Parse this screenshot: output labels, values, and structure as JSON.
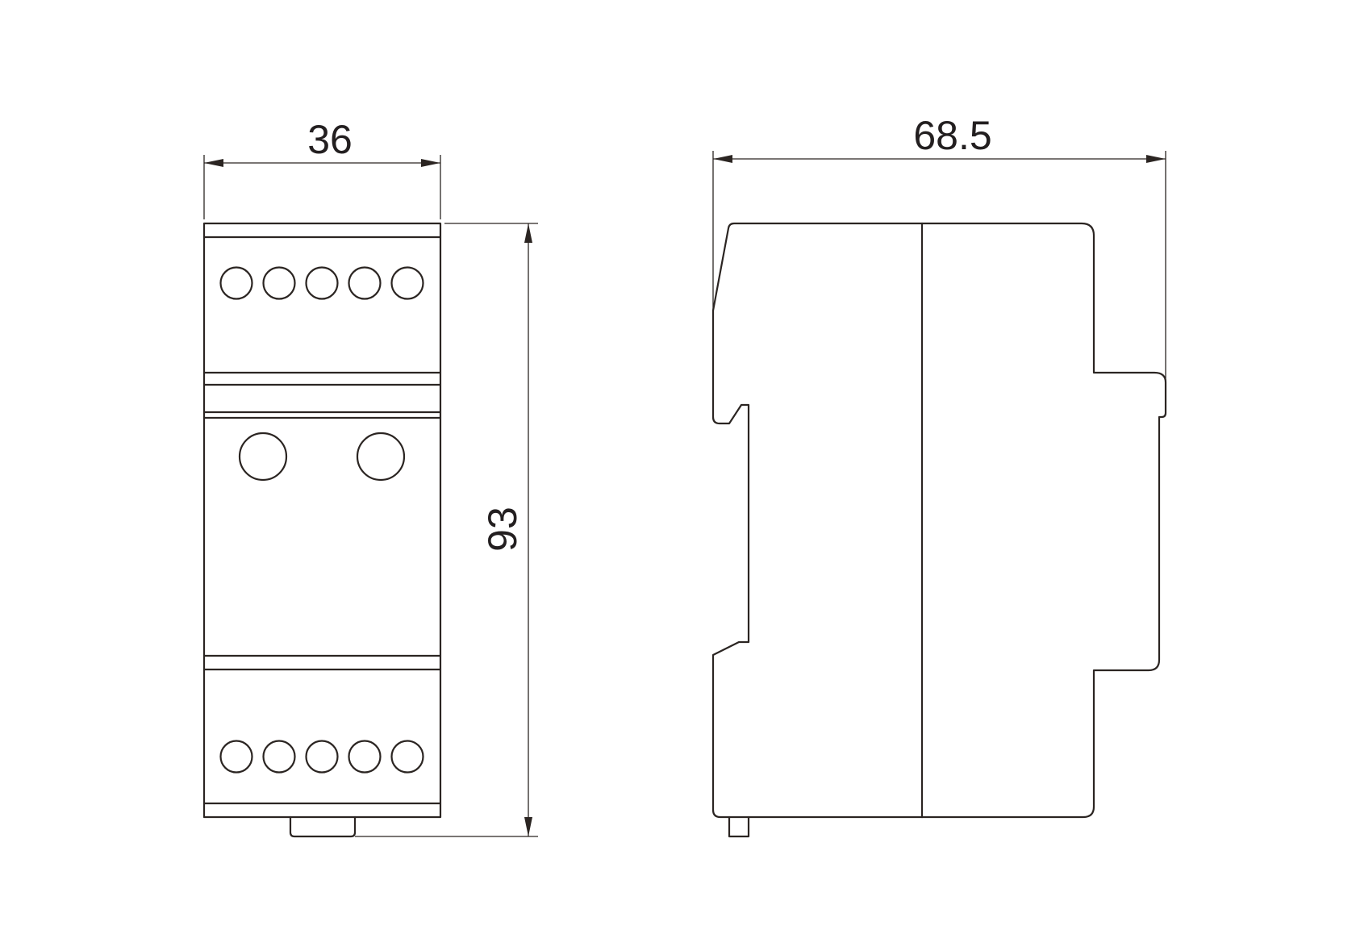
{
  "dimensions": {
    "width": "36",
    "height": "93",
    "depth": "68.5"
  },
  "front_view": {
    "top_terminal_count": 5,
    "bottom_terminal_count": 5,
    "indicator_count": 2
  },
  "colors": {
    "line": "#2b2522",
    "background": "#ffffff"
  }
}
